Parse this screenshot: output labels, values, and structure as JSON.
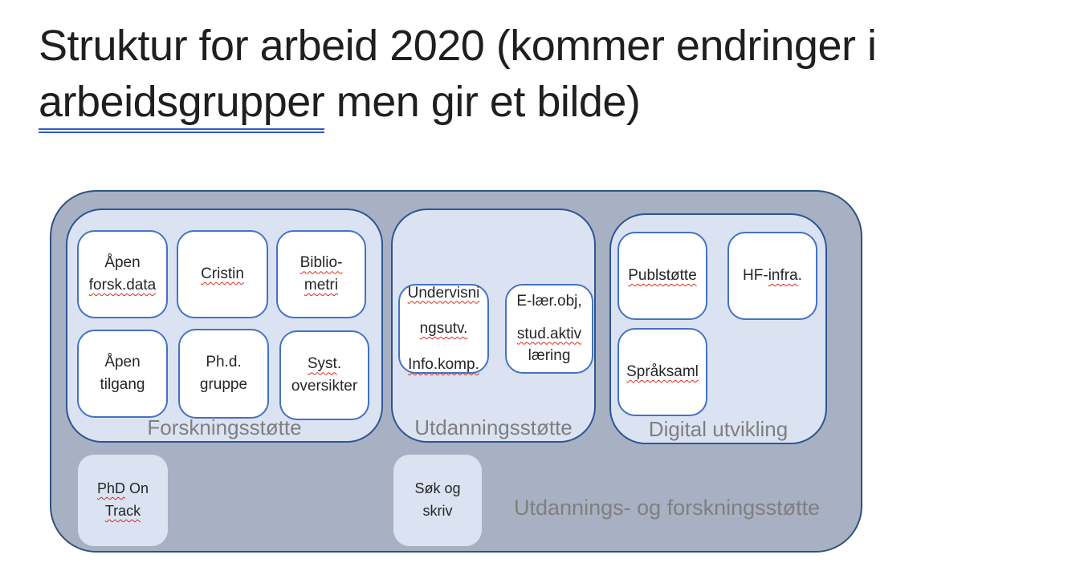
{
  "title": {
    "line1": "Struktur for arbeid 2020 (kommer endringer i",
    "line2_underlined": "arbeidsgrupper",
    "line2_rest": " men gir et bilde)"
  },
  "diagram": {
    "outer_label": "Utdannings- og forskningsstøtte",
    "groups": {
      "forskning": {
        "label": "Forskningsstøtte",
        "boxes": {
          "apen_forsk_data": {
            "line1": "Åpen",
            "line2": "forsk.data"
          },
          "cristin": {
            "line1": "Cristin"
          },
          "bibliometri": {
            "line1": "Biblio-",
            "line2": "metri"
          },
          "apen_tilgang": {
            "line1": "Åpen",
            "line2": "tilgang"
          },
          "phd_gruppe": {
            "line1": "Ph.d.",
            "line2": "gruppe"
          },
          "syst_oversikter": {
            "line1_sq": "Syst",
            "line1_rest": ".",
            "line2": "oversikter"
          }
        }
      },
      "utdanning": {
        "label": "Utdanningsstøtte",
        "boxes": {
          "undervisningsutv": {
            "line1": "Undervisni",
            "line2": "ngsutv.",
            "line3": "Info.komp."
          },
          "elaer": {
            "line1": "E-lær.obj,",
            "line2": "stud.aktiv",
            "line3": "læring"
          }
        }
      },
      "digital": {
        "label": "Digital utvikling",
        "boxes": {
          "publstotte": {
            "line1": "Publstøtte"
          },
          "hf_infra": {
            "prefix": "HF-",
            "squiggled": "infra",
            "suffix": "."
          },
          "spraksaml": {
            "line1": "Språksaml"
          }
        }
      }
    },
    "floating_boxes": {
      "phd_on_track": {
        "line1_sq": "PhD",
        "line1_rest": " On",
        "line2": "Track"
      },
      "sok_og_skriv": {
        "line1": "Søk og",
        "line2": "skriv"
      }
    }
  },
  "palette": {
    "outer_fill": "#a8b1c3",
    "outer_border": "#2e5180",
    "section_fill": "#dbe3f2",
    "section_border": "#2f5597",
    "card_fill": "#ffffff",
    "card_border": "#4472c4",
    "label_gray": "#7f7f7f",
    "squiggle_red": "#e02a1a",
    "underline_blue": "#2e5bc7",
    "title_color": "#1f1f1f"
  }
}
